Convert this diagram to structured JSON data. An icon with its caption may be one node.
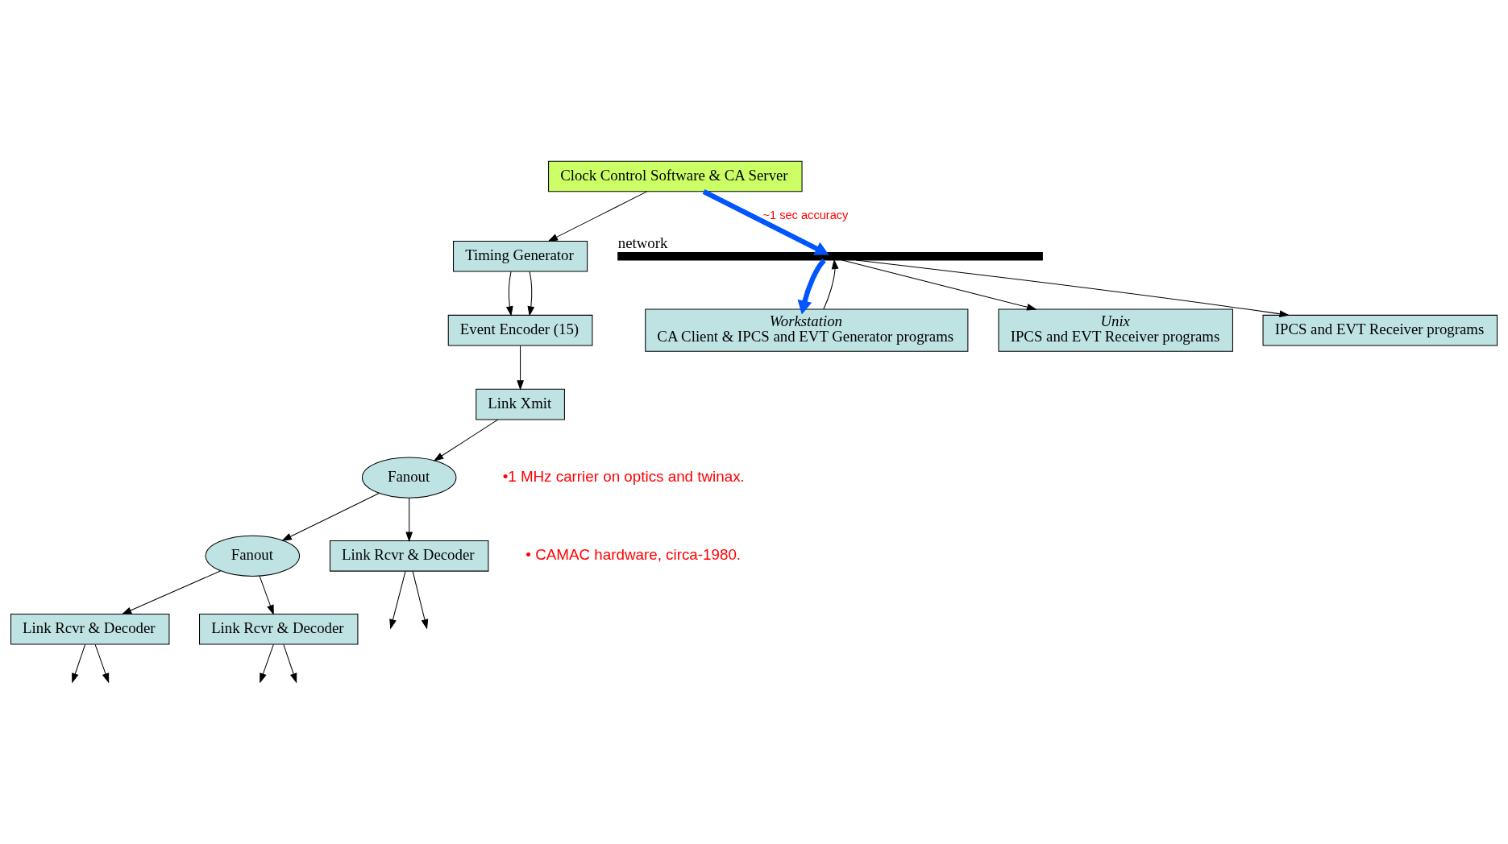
{
  "diagram": {
    "nodes": [
      {
        "text": [
          "Clock Control Software & CA Server"
        ]
      },
      {
        "text": [
          "Timing Generator"
        ]
      },
      {
        "text": [
          "Event Encoder (15)"
        ]
      },
      {
        "text": [
          "Link Xmit"
        ]
      },
      {
        "text": [
          "Fanout"
        ]
      },
      {
        "text": [
          "Fanout"
        ]
      },
      {
        "text": [
          "Link Rcvr & Decoder"
        ]
      },
      {
        "text": [
          "Link Rcvr & Decoder"
        ]
      },
      {
        "text": [
          "Link Rcvr & Decoder"
        ]
      },
      {
        "text": [
          "Workstation",
          "CA Client & IPCS and EVT Generator programs"
        ]
      },
      {
        "text": [
          "Unix",
          "IPCS and EVT Receiver programs"
        ]
      },
      {
        "text": [
          "IPCS and EVT Receiver programs"
        ]
      },
      {
        "text": [],
        "shape": "bar",
        "beside": [
          "network"
        ]
      }
    ],
    "edges": [
      {
        "from": 0,
        "to": 1,
        "arrow": "to"
      },
      {
        "from": 1,
        "to": 2,
        "arrow": "to"
      },
      {
        "from": 1,
        "to": 2,
        "arrow": "to"
      },
      {
        "from": 2,
        "to": 3,
        "arrow": "to"
      },
      {
        "from": 3,
        "to": 4,
        "arrow": "to"
      },
      {
        "from": 4,
        "to": 6,
        "arrow": "to"
      },
      {
        "from": 4,
        "to": 5,
        "arrow": "to"
      },
      {
        "from": 5,
        "to": 7,
        "arrow": "to"
      },
      {
        "from": 5,
        "to": 8,
        "arrow": "to"
      },
      {
        "from": 6,
        "to": null,
        "arrow": "to"
      },
      {
        "from": 6,
        "to": null,
        "arrow": "to"
      },
      {
        "from": 7,
        "to": null,
        "arrow": "to"
      },
      {
        "from": 7,
        "to": null,
        "arrow": "to"
      },
      {
        "from": 8,
        "to": null,
        "arrow": "to"
      },
      {
        "from": 8,
        "to": null,
        "arrow": "to"
      },
      {
        "from": 0,
        "to": 12,
        "arrow": "to",
        "label": "~1 sec accuracy",
        "style": "thick",
        "color": "#0055ff"
      },
      {
        "from": 12,
        "to": 9,
        "arrow": "to",
        "style": "thick",
        "color": "#0055ff"
      },
      {
        "from": 9,
        "to": 12,
        "arrow": "to"
      },
      {
        "from": 12,
        "to": 10,
        "arrow": "to"
      },
      {
        "from": 12,
        "to": 11,
        "arrow": "to"
      }
    ],
    "labels": [
      "•1 MHz carrier on optics and twinax.",
      "• CAMAC hardware, circa-1980."
    ]
  }
}
